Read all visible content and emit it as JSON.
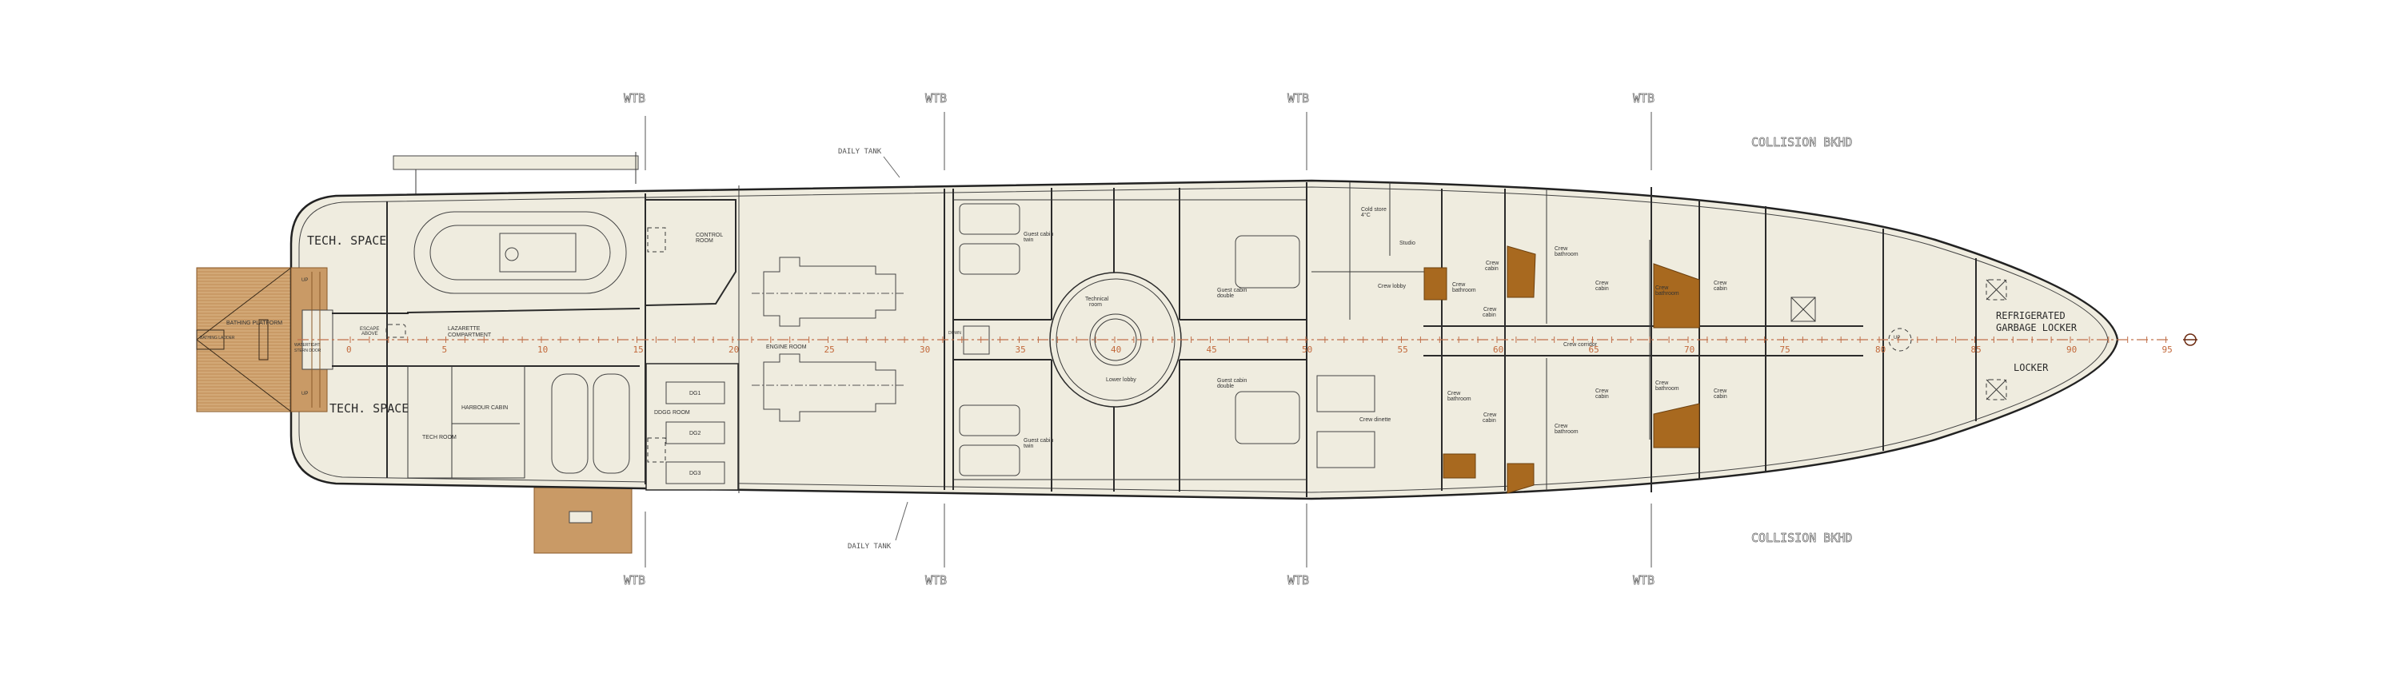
{
  "bulkheads": {
    "wtb_label": "WTB",
    "daily_tank": "DAILY TANK",
    "collision": "COLLISION BKHD"
  },
  "rooms": {
    "tech_space": "TECH. SPACE",
    "bathing_platform": "BATHING PLATFORM",
    "bathing_ladder": "BATHING LADDER",
    "stern_door_1": "WATERTIGHT",
    "stern_door_2": "STERN DOOR",
    "escape_above_1": "ESCAPE",
    "escape_above_2": "ABOVE",
    "up": "UP",
    "lazarette_1": "LAZARETTE",
    "lazarette_2": "COMPARTMENT",
    "harbour_cabin": "HARBOUR CABIN",
    "tech_room": "TECH ROOM",
    "control_room_1": "CONTROL",
    "control_room_2": "ROOM",
    "ddgg_room": "DDGG ROOM",
    "dg1": "DG1",
    "dg2": "DG2",
    "dg3": "DG3",
    "engine_room": "ENGINE ROOM",
    "down": "DOWN",
    "technical_room_1": "Technical",
    "technical_room_2": "room",
    "lower_lobby": "Lower lobby",
    "guest_cabin": "Guest cabin",
    "twin": "twin",
    "double": "double",
    "cold_store_1": "Cold store",
    "cold_store_2": "4°C",
    "studio": "Studio",
    "crew_lobby": "Crew lobby",
    "crew": "Crew",
    "cabin": "cabin",
    "bathroom": "bathroom",
    "crew_corridor": "Crew corridor",
    "crew_dinette": "Crew dinette",
    "refrigerated_1": "REFRIGERATED",
    "refrigerated_2": "GARBAGE LOCKER",
    "locker": "LOCKER"
  },
  "frames": [
    0,
    5,
    10,
    15,
    20,
    25,
    30,
    35,
    40,
    45,
    50,
    55,
    60,
    65,
    70,
    75,
    80,
    85,
    90,
    95
  ],
  "colors": {
    "hull": "#efecdf",
    "wood": "#a8691f",
    "deck": "#c99a66",
    "centerline": "#c0704a"
  }
}
